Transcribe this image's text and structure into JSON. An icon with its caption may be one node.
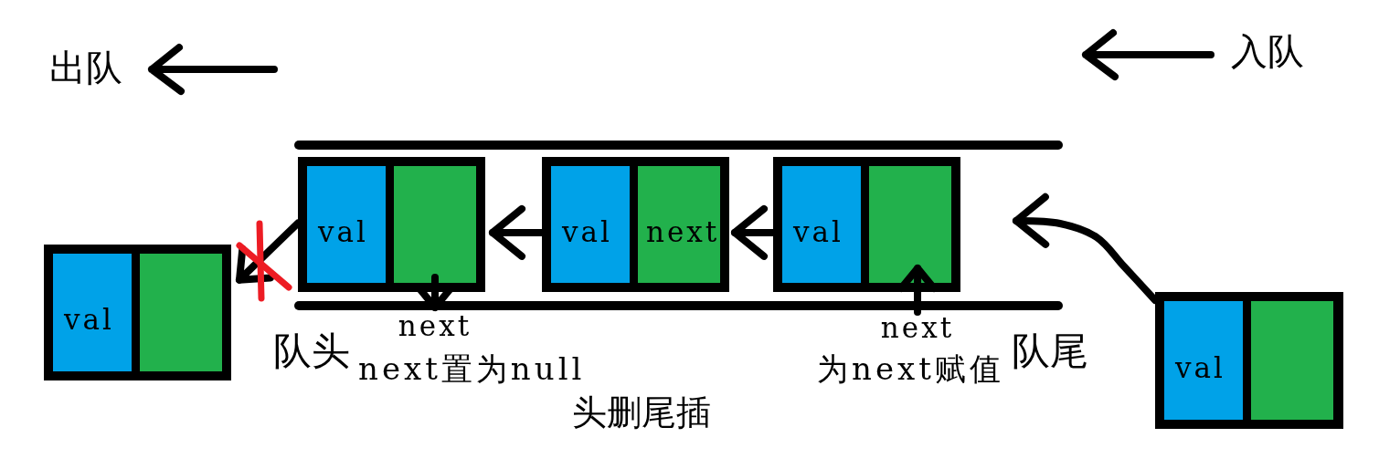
{
  "diagram": {
    "nodes": [
      {
        "text": [],
        "shape": "box"
      },
      {
        "text": [
          "val"
        ],
        "in": 0
      },
      {
        "text": [],
        "shape": "box",
        "in": 0
      },
      {
        "text": [],
        "shape": "box"
      },
      {
        "text": [
          "val"
        ],
        "in": 3
      },
      {
        "text": [
          "next"
        ],
        "in": 3
      },
      {
        "text": [],
        "shape": "box"
      },
      {
        "text": [
          "val"
        ],
        "in": 6
      },
      {
        "text": [],
        "shape": "box",
        "in": 6
      },
      {
        "text": [],
        "shape": "box"
      },
      {
        "text": [
          "val"
        ],
        "in": 9
      },
      {
        "text": [],
        "shape": "box",
        "in": 9
      },
      {
        "text": [],
        "shape": "box"
      },
      {
        "text": [
          "val"
        ],
        "in": 12
      },
      {
        "text": [],
        "shape": "box",
        "in": 12
      },
      {
        "text": [
          "next"
        ]
      },
      {
        "text": [
          "next"
        ]
      }
    ],
    "edges": [
      {
        "from": 3,
        "to": 0,
        "arrow": "to"
      },
      {
        "from": 6,
        "to": 3,
        "arrow": "to"
      },
      {
        "from": 0,
        "to": 9,
        "arrow": "to"
      },
      {
        "from": 12,
        "to": null,
        "arrow": "to"
      },
      {
        "from": 2,
        "to": 15,
        "arrow": "to"
      },
      {
        "from": 16,
        "to": 8,
        "arrow": "to"
      }
    ],
    "labels": [
      "出队",
      "入队",
      "队头",
      "next置为null",
      "为next赋值",
      "队尾",
      "头删尾插"
    ]
  }
}
